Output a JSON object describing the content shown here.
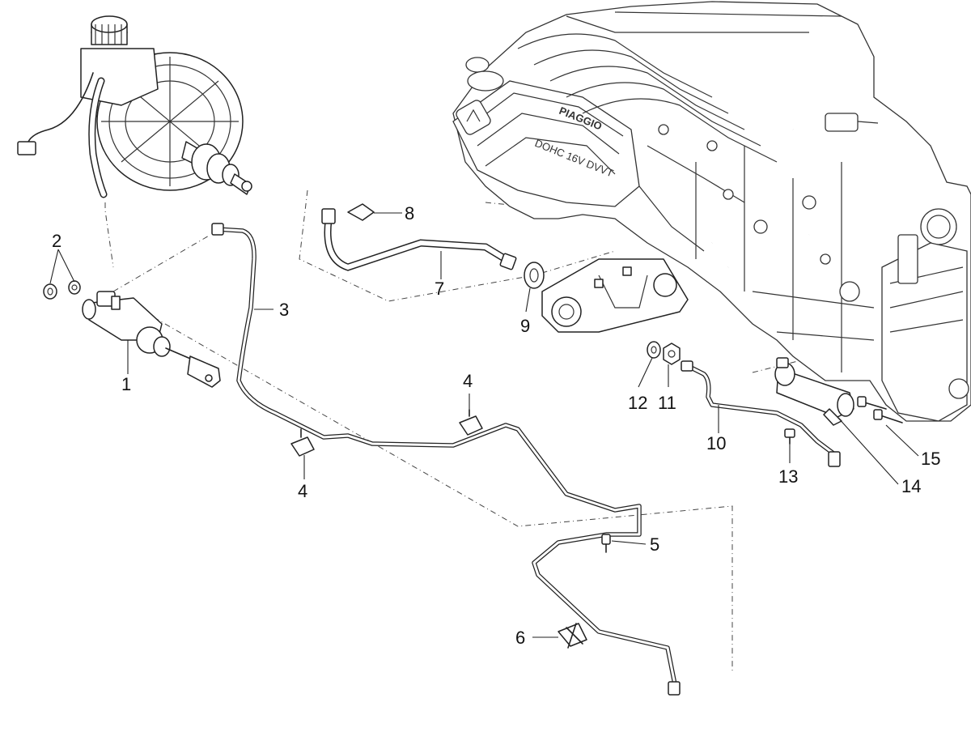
{
  "callouts": [
    {
      "id": "1",
      "label": "1"
    },
    {
      "id": "2",
      "label": "2"
    },
    {
      "id": "3",
      "label": "3"
    },
    {
      "id": "4a",
      "label": "4"
    },
    {
      "id": "4b",
      "label": "4"
    },
    {
      "id": "5",
      "label": "5"
    },
    {
      "id": "6",
      "label": "6"
    },
    {
      "id": "7",
      "label": "7"
    },
    {
      "id": "8",
      "label": "8"
    },
    {
      "id": "9",
      "label": "9"
    },
    {
      "id": "10",
      "label": "10"
    },
    {
      "id": "11",
      "label": "11"
    },
    {
      "id": "12",
      "label": "12"
    },
    {
      "id": "13",
      "label": "13"
    },
    {
      "id": "14",
      "label": "14"
    },
    {
      "id": "15",
      "label": "15"
    }
  ],
  "engine_branding": {
    "brand": "PIAGGIO",
    "model": "DOHC 16V DVVT"
  }
}
